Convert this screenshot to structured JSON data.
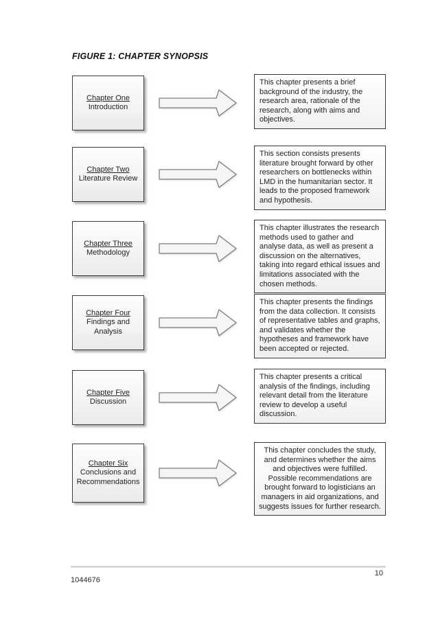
{
  "page": {
    "figure_caption": "FIGURE 1: CHAPTER SYNOPSIS",
    "page_number": "10",
    "footer_id": "1044676"
  },
  "rows": [
    {
      "chapter": "Chapter One",
      "subtitle": "Introduction",
      "description": "This chapter presents a brief background of the industry, the research area, rationale of the research, along with aims and objectives."
    },
    {
      "chapter": "Chapter Two",
      "subtitle": "Literature Review",
      "description": "This section consists presents literature brought forward by other researchers on bottlenecks within LMD in the humanitarian sector. It leads to the proposed framework and hypothesis."
    },
    {
      "chapter": "Chapter Three",
      "subtitle": "Methodology",
      "description": "This chapter illustrates the research methods used to gather and analyse data, as well as present a discussion on the alternatives, taking into regard ethical issues and limitations associated with the chosen methods."
    },
    {
      "chapter": "Chapter Four",
      "subtitle": "Findings and Analysis",
      "description": "This chapter presents the findings from the data collection. It consists of representative tables and graphs, and validates whether the hypotheses and framework have been accepted or rejected."
    },
    {
      "chapter": "Chapter Five",
      "subtitle": "Discussion",
      "description": "This chapter presents a critical analysis of the findings, including relevant detail from the literature review to develop a useful discussion."
    },
    {
      "chapter": "Chapter Six",
      "subtitle": "Conclusions and Recommendations",
      "description": "This chapter concludes the study, and determines whether the aims and objectives were fulfilled. Possible recommendations are brought forward to logisticians an managers in aid organizations, and suggests issues for further research."
    }
  ],
  "colors": {
    "box_border": "#3a3a3a",
    "box_fill_light": "#fdfdfd",
    "box_fill_dark": "#eaeaea",
    "shadow": "#6e6e6e",
    "divider": "#d8d8d8",
    "text": "#222222"
  },
  "icons": {
    "flow_arrow": "block-right-arrow"
  }
}
